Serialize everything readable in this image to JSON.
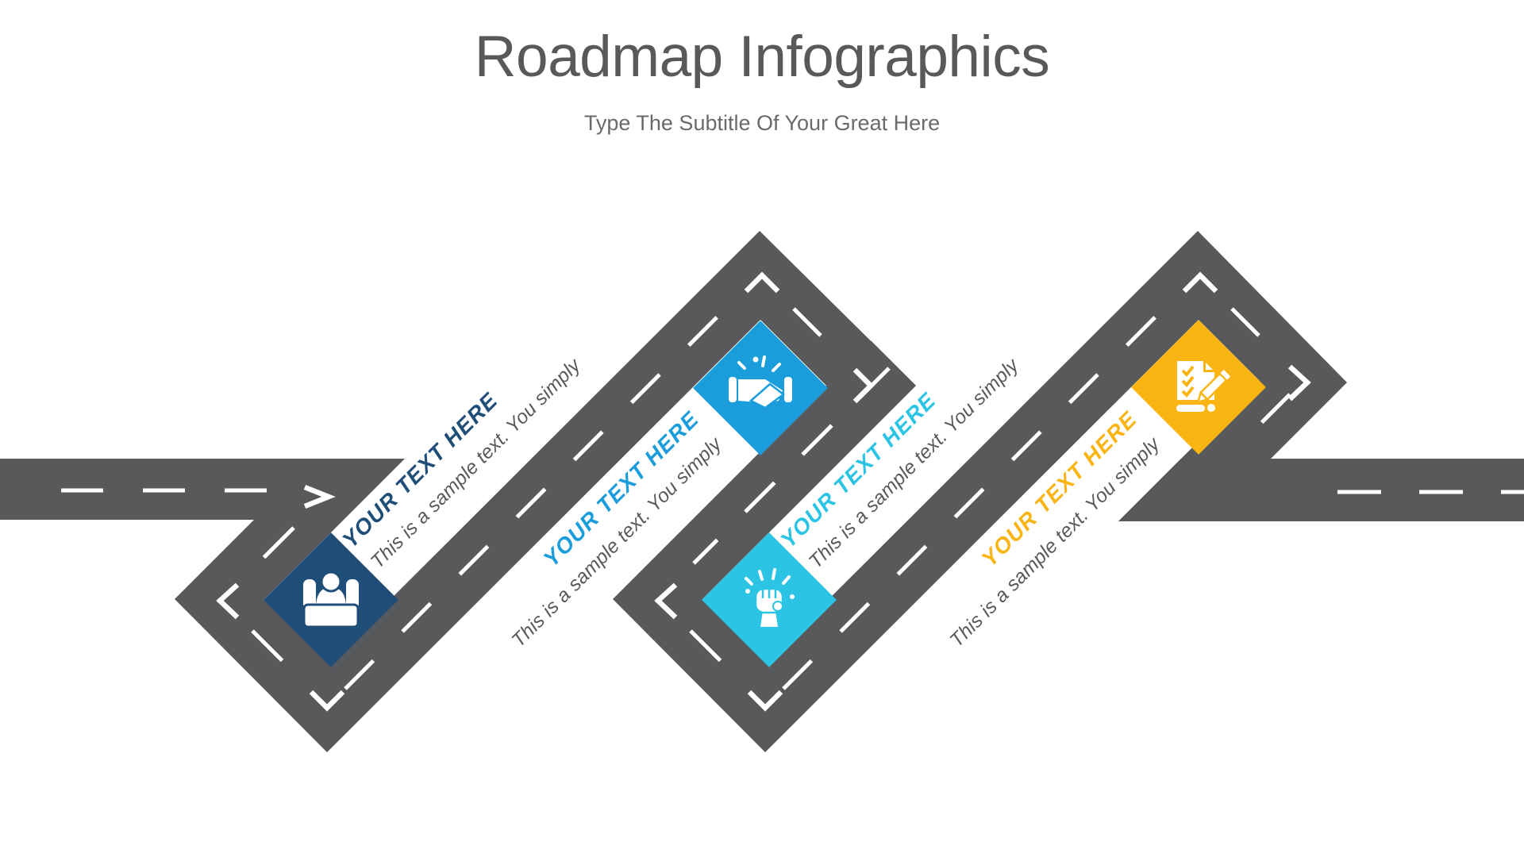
{
  "slide": {
    "title": "Roadmap Infographics",
    "subtitle": "Type The Subtitle Of Your Great Here"
  },
  "road": {
    "color": "#58595B",
    "marking_color": "#FFFFFF"
  },
  "milestones": [
    {
      "heading": "YOUR TEXT HERE",
      "body": "This is a sample text. You simply",
      "color": "#1F4E79",
      "icon": "presenter-desk-icon"
    },
    {
      "heading": "YOUR TEXT HERE",
      "body": "This is a sample text. You simply",
      "color": "#1B9DDB",
      "icon": "handshake-icon"
    },
    {
      "heading": "YOUR TEXT HERE",
      "body": "This is a sample text. You simply",
      "color": "#2BC4E4",
      "icon": "raised-fist-icon"
    },
    {
      "heading": "YOUR TEXT HERE",
      "body": "This is a sample text. You simply",
      "color": "#FAB515",
      "icon": "document-pencil-icon"
    }
  ]
}
